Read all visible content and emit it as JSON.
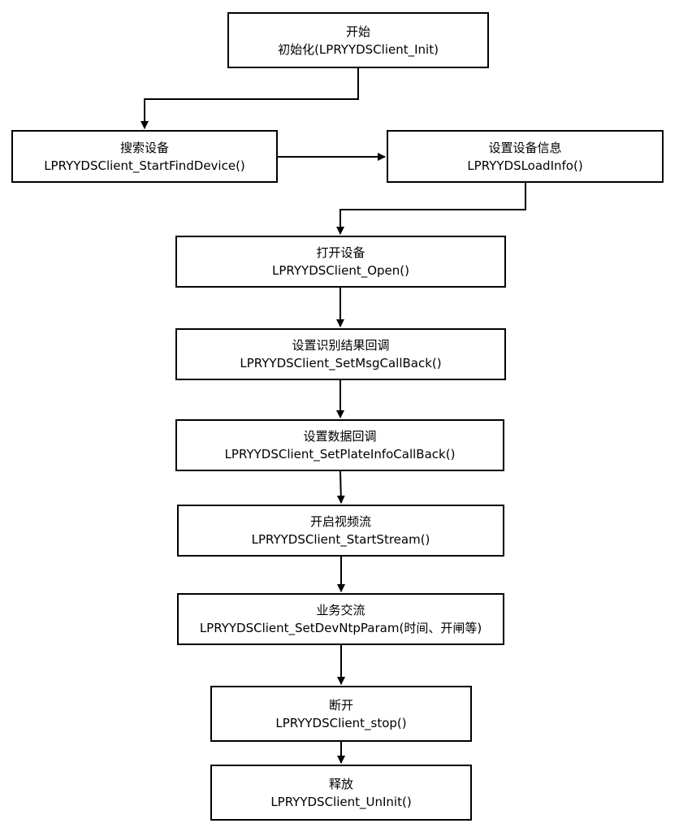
{
  "nodes": {
    "start": {
      "title": "开始",
      "func": "初始化(LPRYYDSClient_Init)"
    },
    "search": {
      "title": "搜索设备",
      "func": "LPRYYDSClient_StartFindDevice()"
    },
    "set_device_info": {
      "title": "设置设备信息",
      "func": "LPRYYDSLoadInfo()"
    },
    "open": {
      "title": "打开设备",
      "func": "LPRYYDSClient_Open()"
    },
    "msg_callback": {
      "title": "设置识别结果回调",
      "func": "LPRYYDSClient_SetMsgCallBack()"
    },
    "plate_callback": {
      "title": "设置数据回调",
      "func": "LPRYYDSClient_SetPlateInfoCallBack()"
    },
    "stream": {
      "title": "开启视频流",
      "func": "LPRYYDSClient_StartStream()"
    },
    "business": {
      "title": "业务交流",
      "func": "LPRYYDSClient_SetDevNtpParam(时间、开闸等)"
    },
    "stop": {
      "title": "断开",
      "func": "LPRYYDSClient_stop()"
    },
    "uninit": {
      "title": "释放",
      "func": "LPRYYDSClient_UnInit()"
    }
  },
  "colors": {
    "stroke": "#000000",
    "background": "#ffffff"
  }
}
